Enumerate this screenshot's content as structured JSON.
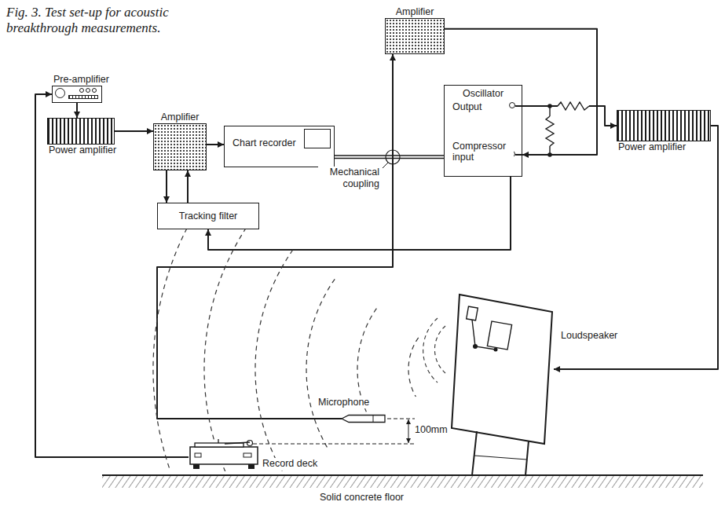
{
  "diagram": {
    "caption": "Fig. 3. Test set-up for acoustic breakthrough measurements.",
    "nodes": [
      {
        "text": [
          "Pre-amplifier"
        ]
      },
      {
        "text": [
          "Power amplifier"
        ]
      },
      {
        "text": [
          "Amplifier"
        ]
      },
      {
        "text": [
          "Chart recorder"
        ]
      },
      {
        "text": [
          "Amplifier"
        ]
      },
      {
        "text": [
          "Oscillator",
          "Output",
          "Compressor input"
        ]
      },
      {
        "text": [
          "Power amplifier"
        ]
      },
      {
        "text": [
          "Tracking filter"
        ]
      },
      {
        "text": [
          "Microphone"
        ]
      },
      {
        "text": [
          "Loudspeaker"
        ]
      },
      {
        "text": [
          "Record deck"
        ]
      }
    ],
    "edges": [
      {
        "from": 10,
        "to": 0,
        "arrow": "to"
      },
      {
        "from": 0,
        "to": 1,
        "arrow": "to"
      },
      {
        "from": 1,
        "to": 2,
        "arrow": "to"
      },
      {
        "from": 2,
        "to": 3,
        "arrow": "to"
      },
      {
        "from": 2,
        "to": 7,
        "arrow": "to"
      },
      {
        "from": 7,
        "to": 2,
        "arrow": "to"
      },
      {
        "from": 3,
        "to": 5,
        "arrow": "none"
      },
      {
        "from": 8,
        "to": 4,
        "arrow": "to"
      },
      {
        "from": 4,
        "to": 5,
        "arrow": "to"
      },
      {
        "from": 5,
        "to": 6,
        "arrow": "to"
      },
      {
        "from": 5,
        "to": 7,
        "arrow": "to"
      },
      {
        "from": 6,
        "to": 9,
        "arrow": "to"
      }
    ],
    "labels": [
      "100mm",
      "Mechanical coupling",
      "Solid concrete floor"
    ]
  }
}
